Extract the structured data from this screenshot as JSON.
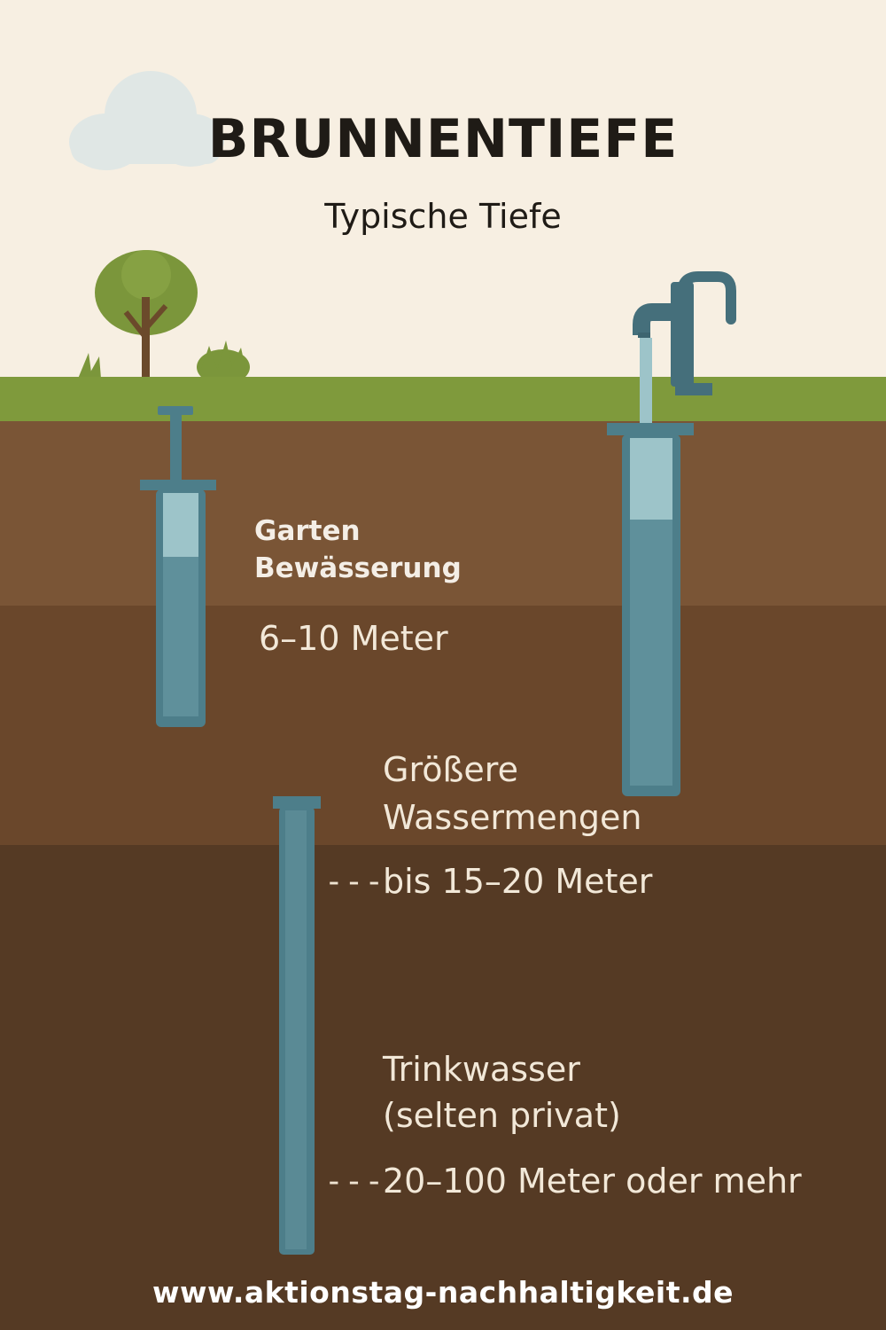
{
  "header": {
    "title": "BRUNNENTIEFE",
    "subtitle": "Typische Tiefe"
  },
  "wells": [
    {
      "label_line1": "Garten",
      "label_line2": "Bewässerung",
      "depth": "6–10 Meter"
    },
    {
      "label_line1": "Größere",
      "label_line2": "Wassermengen",
      "depth": "bis 15–20 Meter"
    },
    {
      "label_line1": "Trinkwasser",
      "label_line2": "(selten privat)",
      "depth": "20–100 Meter oder mehr"
    }
  ],
  "depth_marker": "---",
  "footer": {
    "url": "www.aktionstag-nachhaltigkeit.de"
  },
  "colors": {
    "sky": "#f7efe2",
    "grass": "#7f9a3c",
    "soil_top": "#7a5536",
    "soil_mid": "#6a472b",
    "soil_deep": "#553a24",
    "pipe": "#4d7e8a",
    "water_light": "#9dc4c9"
  },
  "icons": [
    "cloud-icon",
    "tree-icon",
    "bush-icon",
    "hand-pump-icon"
  ]
}
